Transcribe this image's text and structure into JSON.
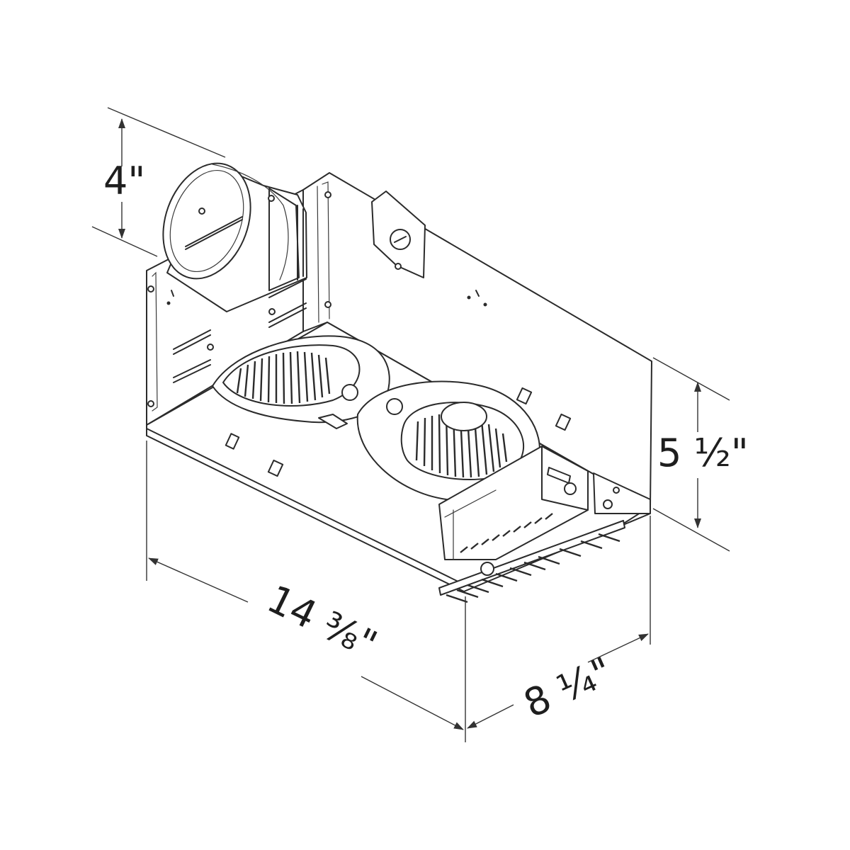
{
  "dimensions": {
    "duct_diameter": "4\"",
    "height": "5 ½\"",
    "length": "14 ⅜\"",
    "width": "8 ¼\""
  },
  "colors": {
    "line": "#2b2b2b",
    "background": "#ffffff"
  }
}
